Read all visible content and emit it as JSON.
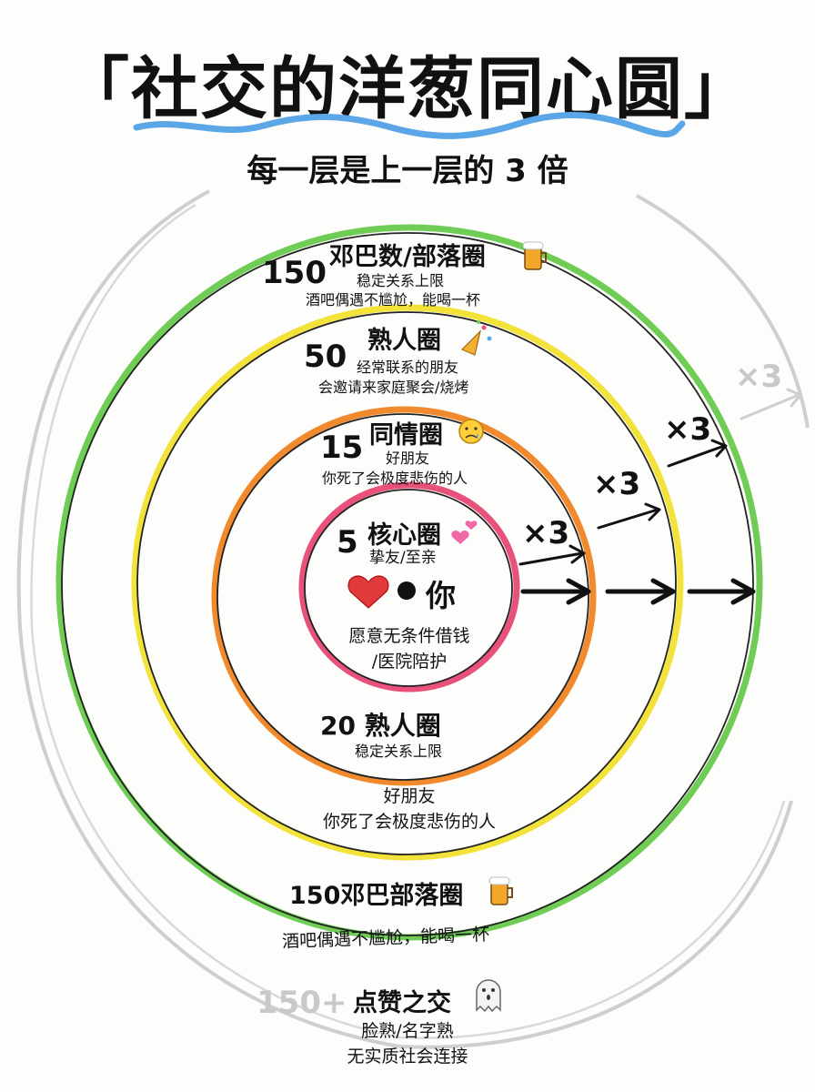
{
  "title": "「社交的洋葱同心圆」",
  "subtitle": "每一层是上一层的 3 倍",
  "colors": {
    "core": "#e8527a",
    "sympathy": "#f08a2c",
    "acquaintance": "#f2e23a",
    "tribe": "#6fcd55",
    "outer": "#c9c9c9",
    "underline": "#5aa6e6"
  },
  "multiplier": "×3",
  "layers": {
    "tribe": {
      "number": "150",
      "name": "邓巴数/部落圈",
      "icon": "beer-icon",
      "line1": "稳定关系上限",
      "line2": "酒吧偶遇不尴尬，能喝一杯"
    },
    "acquaintance": {
      "number": "50",
      "name": "熟人圈",
      "icon": "party-popper-icon",
      "line1": "经常联系的朋友",
      "line2": "会邀请来家庭聚会/烧烤"
    },
    "sympathy": {
      "number": "15",
      "name": "同情圈",
      "icon": "sad-face-icon",
      "line1": "好朋友",
      "line2": "你死了会极度悲伤的人"
    },
    "core": {
      "number": "5",
      "name": "核心圈",
      "icon": "hearts-icon",
      "line1": "挚友/至亲",
      "you": "你",
      "desc1": "愿意无条件借钱",
      "desc2": "/医院陪护"
    }
  },
  "lower": {
    "acq_label": "20 熟人圈",
    "acq_sub": "稳定关系上限",
    "sym_line1": "好朋友",
    "sym_line2": "你死了会极度悲伤的人",
    "tribe_label": "150邓巴部落圈",
    "tribe_sub": "酒吧偶遇不尴尬，能喝一杯",
    "outer_number": "150+",
    "outer_name": "点赞之交",
    "outer_icon": "ghost-icon",
    "outer_line1": "脸熟/名字熟",
    "outer_line2": "无实质社会连接"
  }
}
